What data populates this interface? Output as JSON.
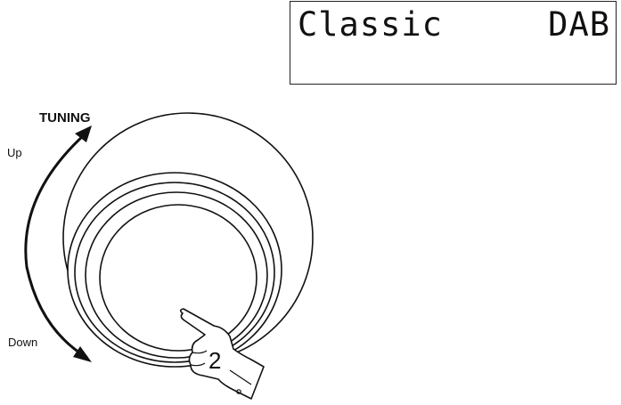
{
  "display": {
    "left_text": "Classic",
    "right_text": "DAB"
  },
  "control": {
    "title": "TUNING",
    "up_label": "Up",
    "down_label": "Down"
  },
  "step": {
    "number": "2"
  }
}
